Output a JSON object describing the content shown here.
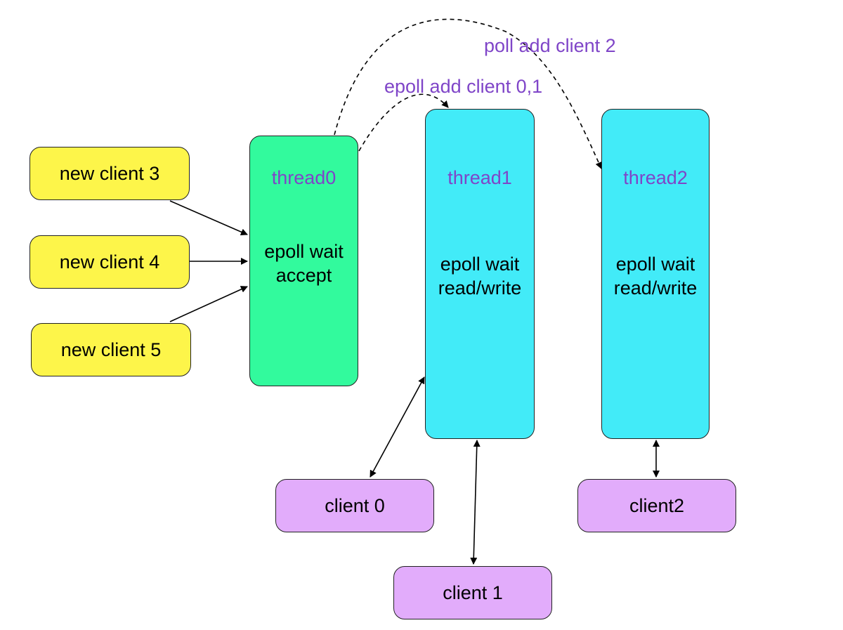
{
  "new_clients": [
    {
      "label": "new client 3"
    },
    {
      "label": "new client 4"
    },
    {
      "label": "new client 5"
    }
  ],
  "threads": [
    {
      "name": "thread0",
      "desc": "epoll wait\naccept"
    },
    {
      "name": "thread1",
      "desc": "epoll wait\nread/write"
    },
    {
      "name": "thread2",
      "desc": "epoll wait\nread/write"
    }
  ],
  "clients": [
    {
      "label": "client 0"
    },
    {
      "label": "client 1"
    },
    {
      "label": "client2"
    }
  ],
  "flow_labels": {
    "to_thread2": "poll add client 2",
    "to_thread1": "epoll add client 0,1"
  },
  "colors": {
    "new_client_fill": "#fdf54a",
    "accept_thread_fill": "#32fa9d",
    "io_thread_fill": "#42ebf8",
    "client_fill": "#e2acfb",
    "label_text": "#7f45c8"
  }
}
